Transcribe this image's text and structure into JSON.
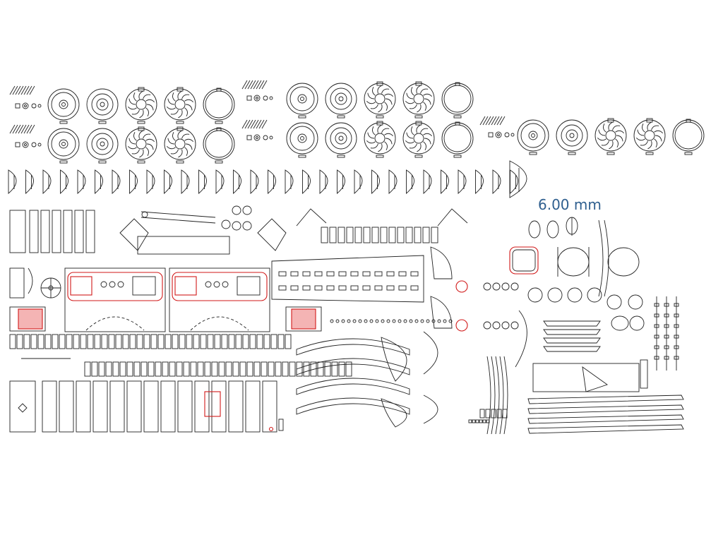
{
  "dimension": {
    "label": "6.00 mm",
    "color": "#2f5f8f"
  },
  "colors": {
    "cut_line": "#222222",
    "engrave_line": "#d11a1a",
    "engrave_fill": "#f4b4b4",
    "background": "#ffffff"
  },
  "wheel_groups": [
    {
      "name": "wheel-group-left",
      "rows": 2,
      "cols": 5
    },
    {
      "name": "wheel-group-middle",
      "rows": 2,
      "cols": 5
    },
    {
      "name": "wheel-group-right",
      "rows": 1,
      "cols": 5
    }
  ],
  "fender_arc_count": 30
}
